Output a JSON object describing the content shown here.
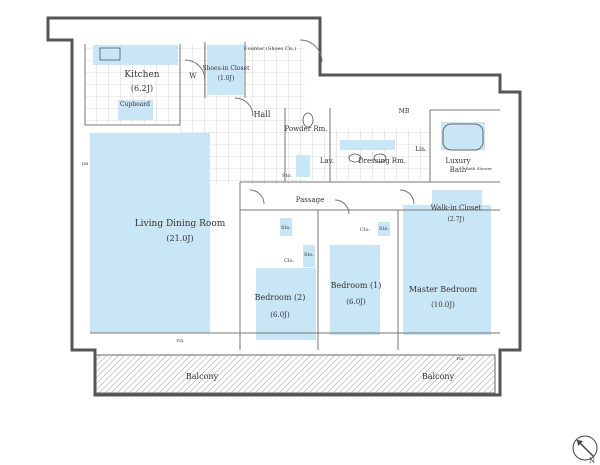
{
  "rooms": {
    "kitchen": {
      "name": "Kitchen",
      "size": "(6.2J)"
    },
    "living": {
      "name": "Living Dining Room",
      "size": "(21.0J)"
    },
    "bedroom2": {
      "name": "Bedroom (2)",
      "size": "(6.0J)"
    },
    "bedroom1": {
      "name": "Bedroom (1)",
      "size": "(6.0J)"
    },
    "master": {
      "name": "Master Bedroom",
      "size": "(10.0J)"
    },
    "shoes_closet": {
      "name": "Shoes-in Closet",
      "size": "(1.0J)"
    },
    "walkin": {
      "name": "Walk-in Closet",
      "size": "(2.7J)"
    }
  },
  "labels": {
    "w": "W",
    "cupboard": "Cupboard",
    "counter": "Counter (Shoes Cls.)",
    "hall": "Hall",
    "mb": "MB",
    "powder": "Powder Rm.",
    "lav": "Lav.",
    "dressing": "Dressing Rm.",
    "lin": "Lin.",
    "luxury": "Luxury",
    "bath": "Bath",
    "bath_shower": "Bath Shower",
    "sto": "Sto.",
    "passage": "Passage",
    "clo": "Clo.",
    "balcony": "Balcony",
    "db": "DB",
    "fix": "FIX",
    "r": "R",
    "north": "N"
  },
  "colors": {
    "room_fill": "#c9e6f6",
    "wall": "#555555"
  }
}
